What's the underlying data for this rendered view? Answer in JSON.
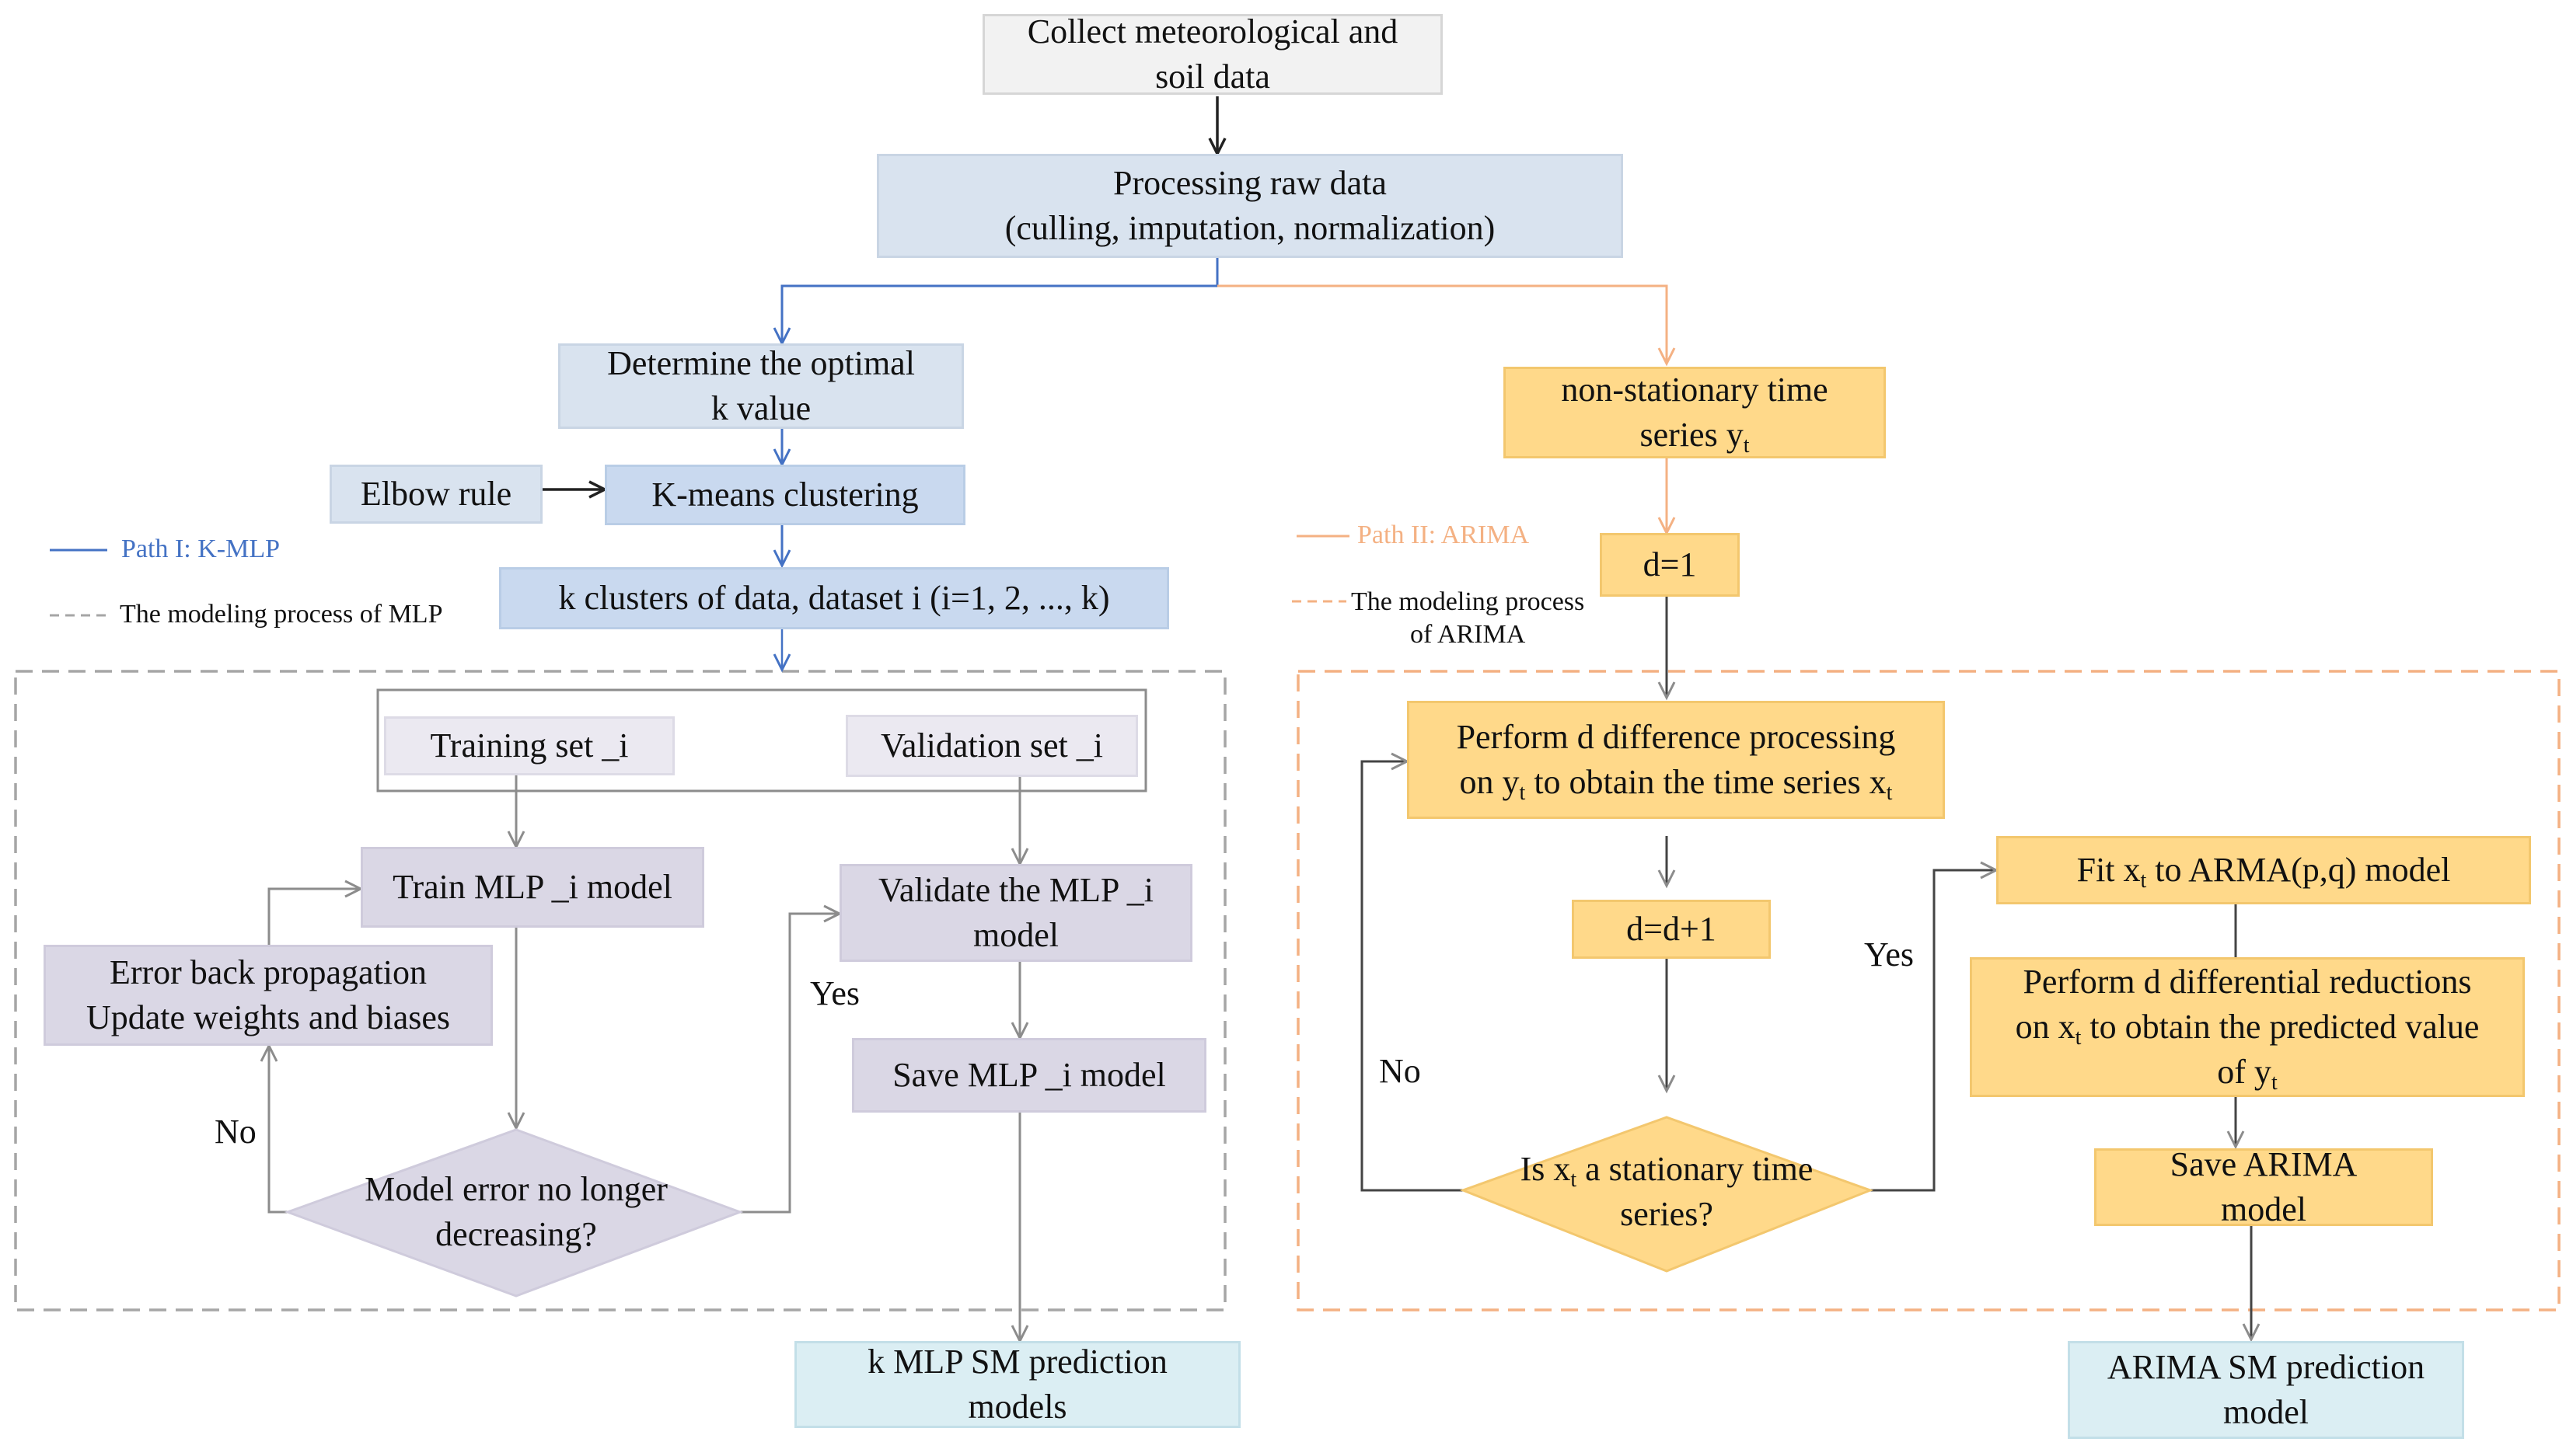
{
  "nodes": {
    "collect": [
      "Collect meteorological and",
      "soil data"
    ],
    "process": [
      "Processing raw data",
      "(culling, imputation, normalization)"
    ],
    "optimal_k": [
      "Determine the optimal",
      "k value"
    ],
    "elbow": "Elbow rule",
    "kmeans": "K-means clustering",
    "clusters": "k clusters of data, dataset i (i=1, 2, ..., k)",
    "training": "Training set _i",
    "validation": "Validation set _i",
    "train_mlp": "Train MLP _i model",
    "error_bp": [
      "Error back propagation",
      "Update weights and biases"
    ],
    "validate_mlp": [
      "Validate the MLP _i",
      "model"
    ],
    "save_mlp": "Save MLP _i model",
    "model_error": [
      "Model error no longer",
      "decreasing?"
    ],
    "k_mlp_out": [
      "k MLP SM prediction",
      "models"
    ],
    "nonstat": [
      "non-stationary time",
      "series y",
      "t"
    ],
    "d1": "d=1",
    "perform_diff": [
      "Perform d difference processing",
      "on y",
      "t",
      " to obtain the time series x",
      "t"
    ],
    "dd1": "d=d+1",
    "is_stationary": [
      "Is x",
      "t",
      " a stationary time",
      "series?"
    ],
    "fit_arma": [
      "Fit x",
      "t",
      " to ARMA(p,q) model"
    ],
    "diff_reduce": [
      "Perform d differential reductions",
      "on x",
      "t",
      " to obtain the predicted value",
      "of y",
      "t"
    ],
    "save_arima": [
      "Save ARIMA",
      "model"
    ],
    "arima_out": [
      "ARIMA SM prediction",
      "model"
    ]
  },
  "edge_labels": {
    "yes_left": "Yes",
    "no_left": "No",
    "yes_right": "Yes",
    "no_right": "No"
  },
  "legend": {
    "path1": "Path I:   K-MLP",
    "mlp_process": "The modeling process of MLP",
    "path2": "Path II:   ARIMA",
    "arima_process_1": "The modeling process",
    "arima_process_2": "of ARIMA"
  },
  "colors": {
    "blue_path": "#4472c4",
    "orange_path": "#f4b183",
    "dark_arrow": "#222222",
    "gray_arrow": "#8c8c8c"
  }
}
